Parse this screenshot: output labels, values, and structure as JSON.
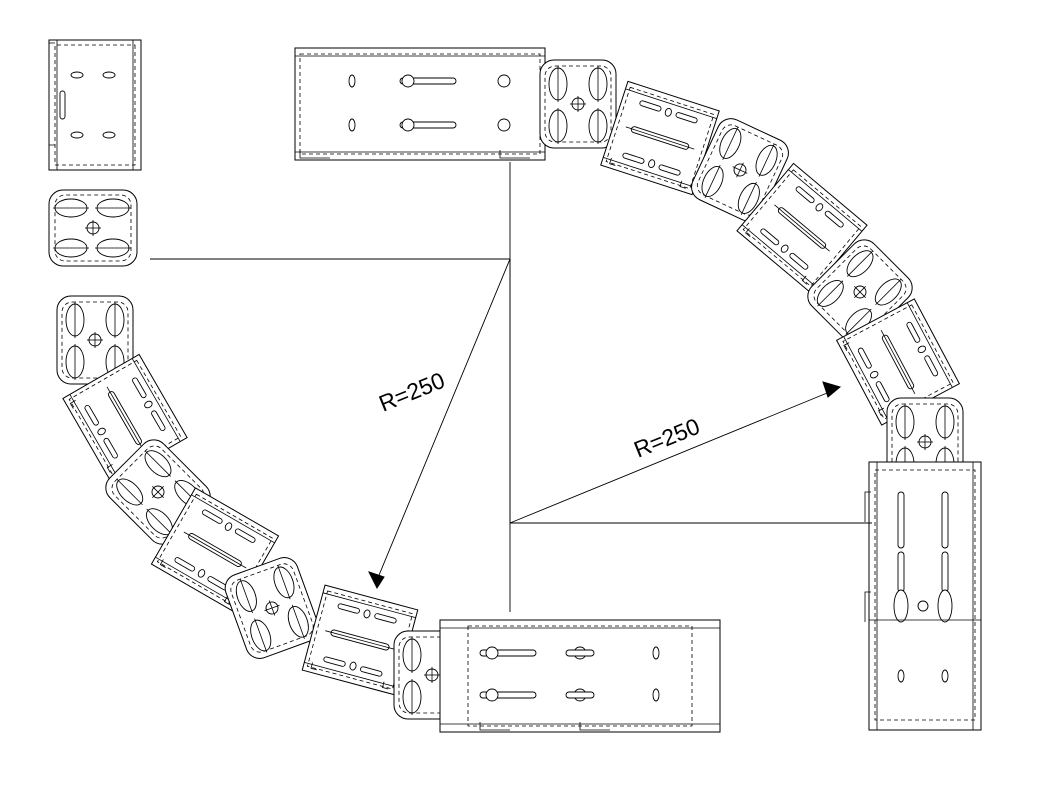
{
  "drawing": {
    "dimensions": [
      {
        "id": "dim-left-radius",
        "label": "R=250"
      },
      {
        "id": "dim-right-radius",
        "label": "R=250"
      }
    ],
    "colors": {
      "line": "#000000",
      "background": "#ffffff"
    }
  }
}
